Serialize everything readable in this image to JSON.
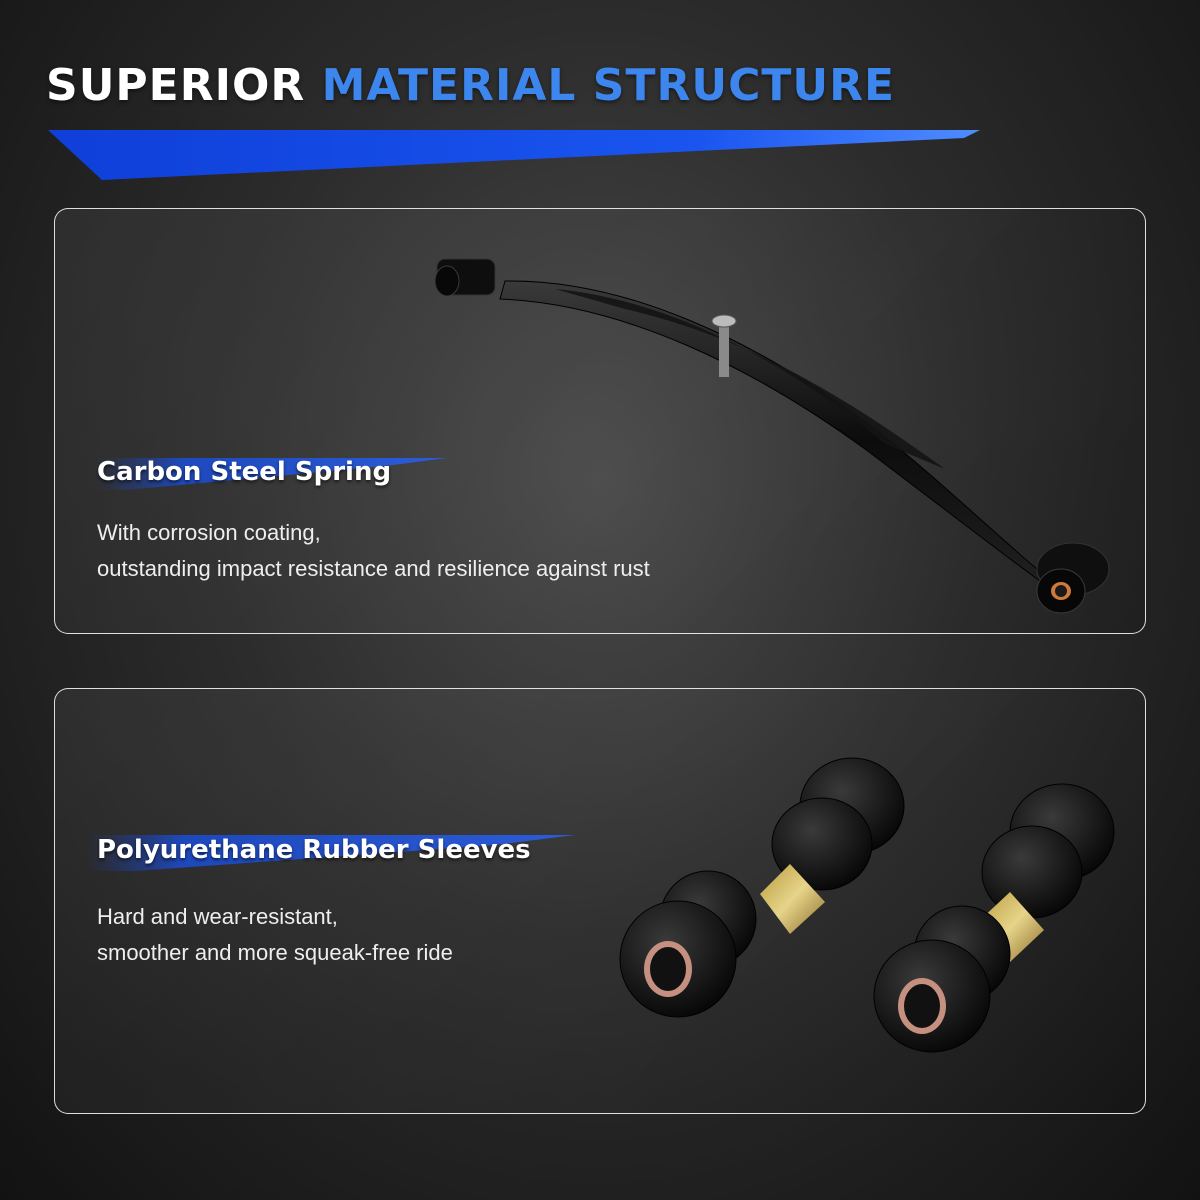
{
  "title": {
    "word1": "SUPERIOR",
    "word2": "MATERIAL",
    "word3": "STRUCTURE"
  },
  "colors": {
    "accent_blue": "#1a4fe0",
    "title_blue": "#3c86ee",
    "background": "#2c2c2c"
  },
  "features": [
    {
      "heading": "Carbon Steel Spring",
      "lines": [
        "With corrosion coating,",
        "outstanding impact resistance and resilience against rust"
      ],
      "image": "leaf-spring"
    },
    {
      "heading": "Polyurethane Rubber Sleeves",
      "lines": [
        "Hard and wear-resistant,",
        "smoother and more squeak-free ride"
      ],
      "image": "bushing-pair"
    }
  ]
}
